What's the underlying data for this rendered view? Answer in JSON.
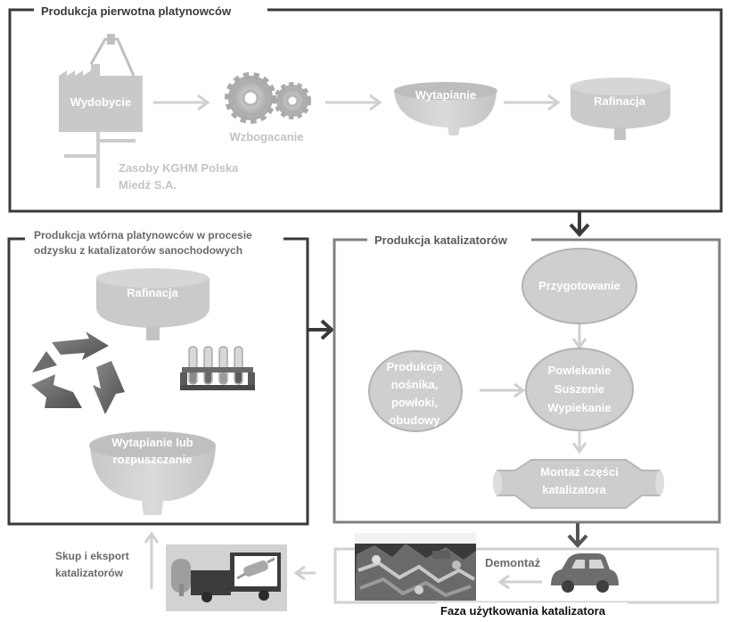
{
  "primary": {
    "title": "Produkcja pierwotna platynowców",
    "mining": "Wydobycie",
    "enrichment": "Wzbogacanie",
    "smelting": "Wytapianie",
    "refining": "Rafinacja",
    "reserves_line1": "Zasoby KGHM Polska",
    "reserves_line2": "Miedź S.A."
  },
  "secondary": {
    "title_line1": "Produkcja wtórna platynowców w procesie",
    "title_line2": "odzysku z katalizatorów sanochodowych",
    "refining": "Rafinacja",
    "smelt_line1": "Wytapianie lub",
    "smelt_line2": "rozpuszczanie"
  },
  "catalyst": {
    "title": "Produkcja katalizatorów",
    "preparation": "Przygotowanie",
    "coat_line1": "Powlekanie",
    "coat_line2": "Suszenie",
    "coat_line3": "Wypiekanie",
    "carrier_line1": "Produkcja",
    "carrier_line2": "nośnika,",
    "carrier_line3": "powłoki,",
    "carrier_line4": "obudowy",
    "assembly_line1": "Montaż części",
    "assembly_line2": "katalizatora"
  },
  "usage": {
    "dismantling": "Demontaż",
    "phase_title": "Faza użytkowania katalizatora",
    "purchase_line1": "Skup i eksport",
    "purchase_line2": "katalizatorów"
  }
}
